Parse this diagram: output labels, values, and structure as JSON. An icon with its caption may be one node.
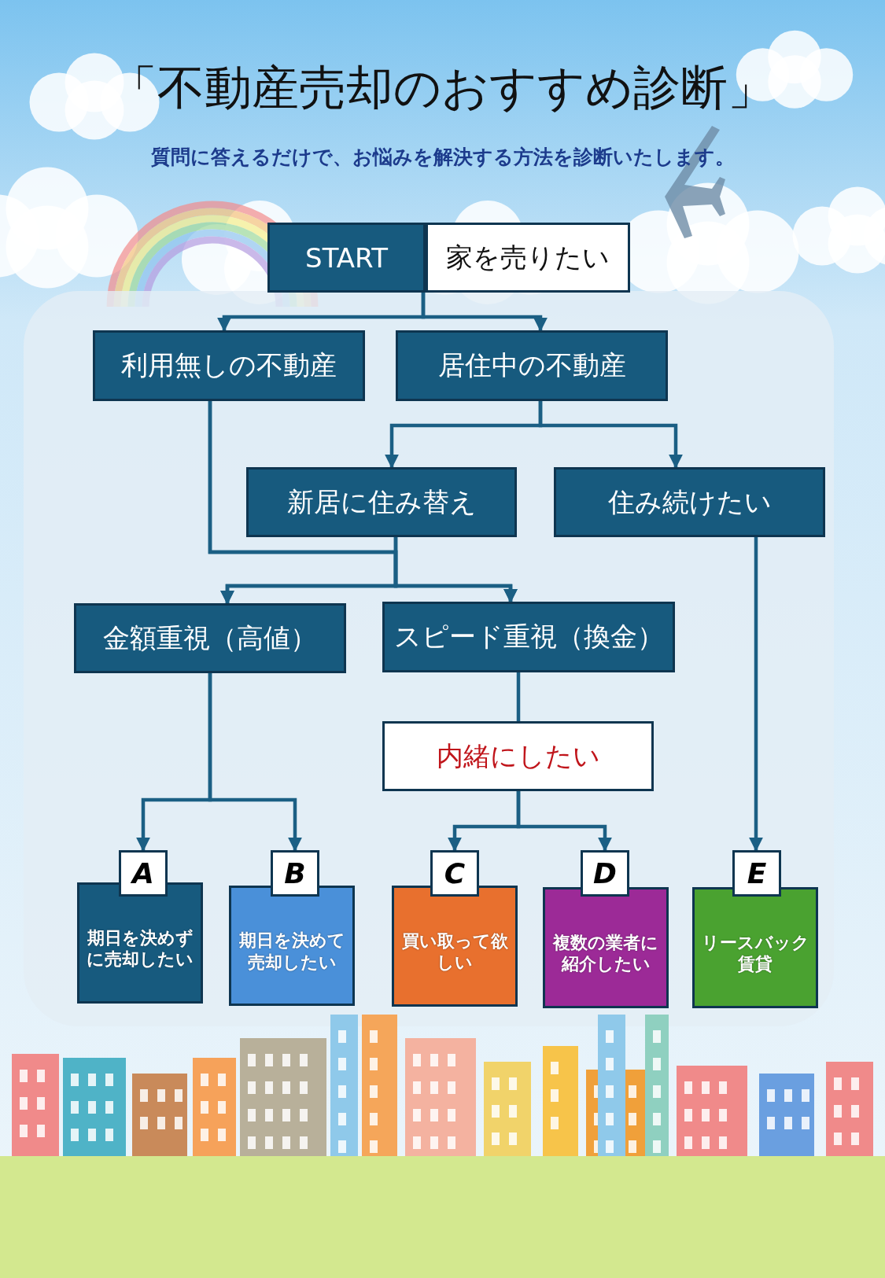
{
  "diagram": {
    "title": "「不動産売却のおすすめ診断」",
    "nodes": [
      {
        "text": [
          "START"
        ]
      },
      {
        "text": [
          "家を売りたい"
        ]
      },
      {
        "text": [
          "利用無しの不動産"
        ]
      },
      {
        "text": [
          "居住中の不動産"
        ]
      },
      {
        "text": [
          "新居に住み替え"
        ]
      },
      {
        "text": [
          "住み続けたい"
        ]
      },
      {
        "text": [
          "金額重視（高値）"
        ]
      },
      {
        "text": [
          "スピード重視（換金）"
        ]
      },
      {
        "text": [
          "内緒にしたい"
        ]
      },
      {
        "text": [
          "A",
          "期日を決めずに売却したい"
        ]
      },
      {
        "text": [
          "B",
          "期日を決めて売却したい"
        ]
      },
      {
        "text": [
          "C",
          "買い取って欲しい"
        ]
      },
      {
        "text": [
          "D",
          "複数の業者に紹介したい"
        ]
      },
      {
        "text": [
          "E",
          "リースバック賃貸"
        ]
      }
    ],
    "edges": [
      {
        "from": 0,
        "to": 2,
        "arrow": "to"
      },
      {
        "from": 0,
        "to": 3,
        "arrow": "to"
      },
      {
        "from": 3,
        "to": 4,
        "arrow": "to"
      },
      {
        "from": 3,
        "to": 5,
        "arrow": "to"
      },
      {
        "from": 2,
        "to": 6,
        "arrow": "to"
      },
      {
        "from": 2,
        "to": 7,
        "arrow": "to"
      },
      {
        "from": 4,
        "to": 6,
        "arrow": "to"
      },
      {
        "from": 4,
        "to": 7,
        "arrow": "to"
      },
      {
        "from": 6,
        "to": 9,
        "arrow": "to"
      },
      {
        "from": 6,
        "to": 10,
        "arrow": "to"
      },
      {
        "from": 7,
        "to": 8,
        "arrow": "none"
      },
      {
        "from": 8,
        "to": 11,
        "arrow": "to"
      },
      {
        "from": 8,
        "to": 12,
        "arrow": "to"
      },
      {
        "from": 5,
        "to": 13,
        "arrow": "to"
      }
    ],
    "labels": [
      "質問に答えるだけで、お悩みを解決する方法を診断いたします。"
    ]
  }
}
